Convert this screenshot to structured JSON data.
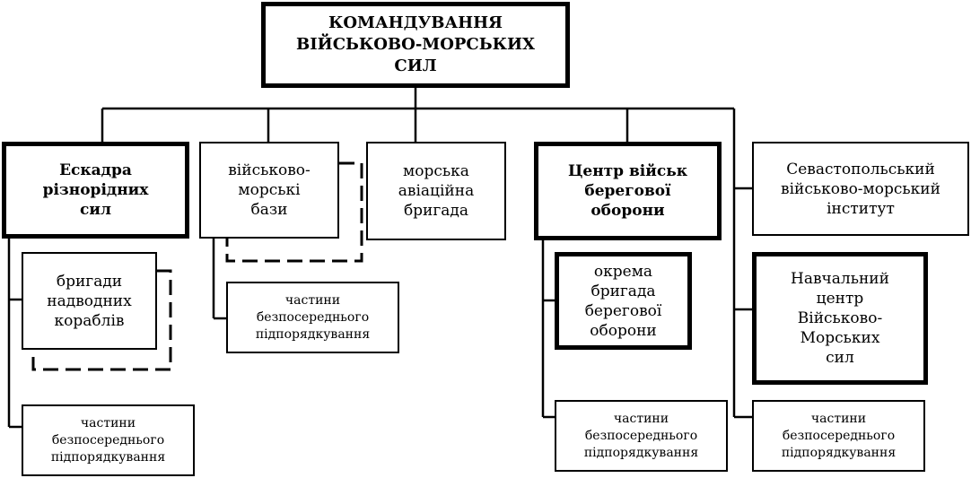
{
  "command": {
    "label": "КОМАНДУВАННЯ\nВІЙСЬКОВО-МОРСЬКИХ\nСИЛ"
  },
  "units": {
    "squadron": "Ескадра\nрізнорідних\nсил",
    "naval_bases": "військово-\nморські\nбази",
    "aviation_brigade": "морська\nавіаційна\nбригада",
    "coastal_defense_center": "Центр військ\nберегової\nоборони",
    "sevastopol_institute": "Севастопольський\nвійськово-морський\nінститут",
    "surface_ships_brigades": "бригади\nнадводних\nкораблів",
    "coastal_defense_brigade": "окрема\nбригада\nберегової\nоборони",
    "training_center": "Навчальний\nцентр\nВійськово-\nМорських\nсил"
  },
  "direct_units_label": "частини\nбезпосереднього\nпідпорядкування",
  "colors": {
    "line": "#000000",
    "background": "#ffffff"
  }
}
